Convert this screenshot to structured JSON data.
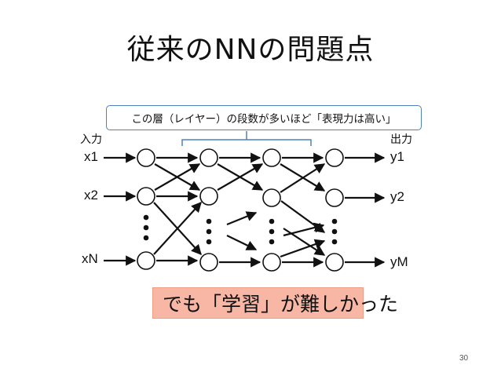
{
  "title": "従来のNNの問題点",
  "callout": "この層（レイヤー）の段数が多いほど「表現力は高い」",
  "input_header": "入力",
  "output_header": "出力",
  "inputs": [
    "x1",
    "x2",
    "xN"
  ],
  "outputs": [
    "y1",
    "y2",
    "yM"
  ],
  "banner": "でも「学習」が難しかった",
  "page_number": "30",
  "colors": {
    "callout_border": "#4f81bd",
    "banner_fill": "#f7b7a4",
    "bracket": "#4f81bd"
  }
}
